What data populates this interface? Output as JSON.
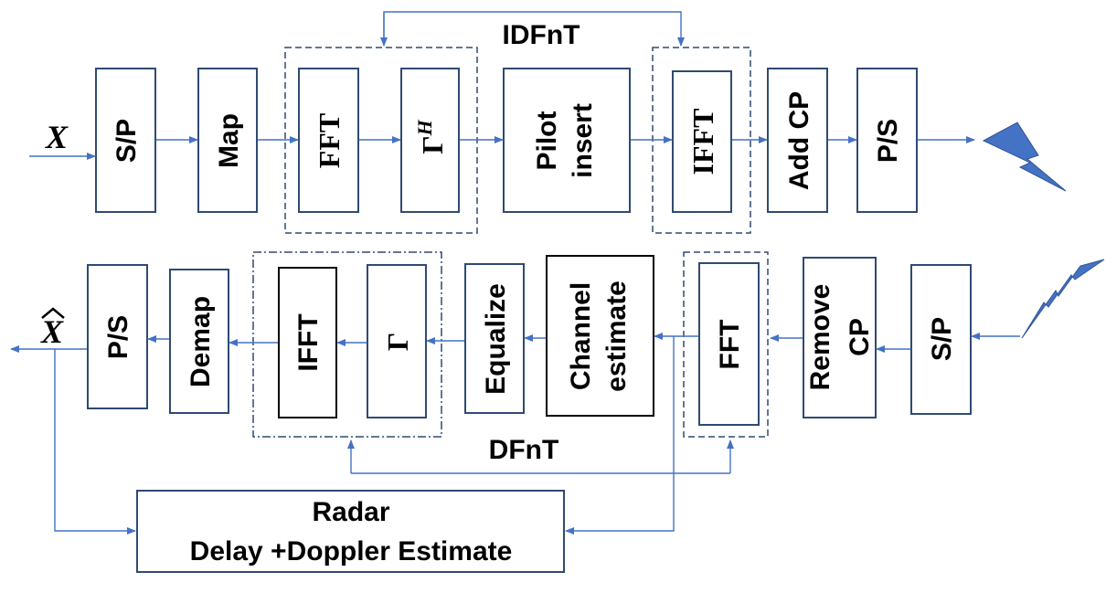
{
  "tx": {
    "input_label": "X",
    "sp": "S/P",
    "map": "Map",
    "fft": "FFT",
    "gamma_h_base": "Γ",
    "gamma_h_sup": "H",
    "pilot_line1": "Pilot",
    "pilot_line2": "insert",
    "ifft": "IFFT",
    "add_cp": "Add CP",
    "ps": "P/S",
    "group_label": "IDFnT"
  },
  "rx": {
    "output_label": "X",
    "ps": "P/S",
    "demap": "Demap",
    "ifft": "IFFT",
    "gamma": "Γ",
    "equalize": "Equalize",
    "channel_line1": "Channel",
    "channel_line2": "estimate",
    "fft": "FFT",
    "remove_cp_line1": "Remove",
    "remove_cp_line2": "CP",
    "sp": "S/P",
    "group_label": "DFnT"
  },
  "radar": {
    "line1": "Radar",
    "line2": "Delay +Doppler Estimate"
  },
  "colors": {
    "wire": "#4472c4",
    "block_border": "#2f4a73",
    "bolt": "#4472c4"
  }
}
